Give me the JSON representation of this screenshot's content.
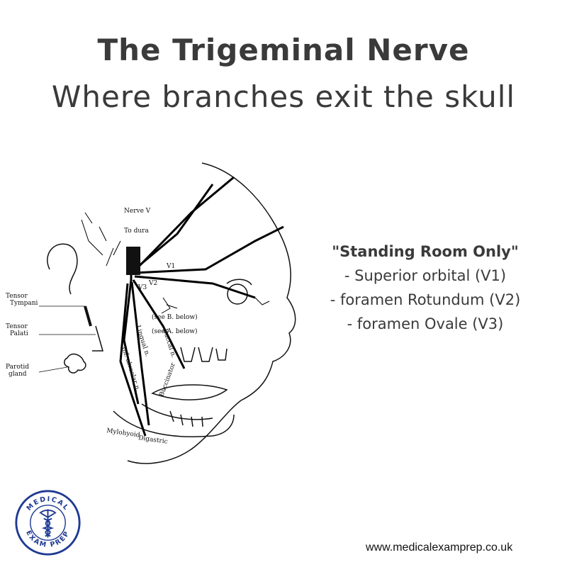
{
  "title": {
    "line1": "The Trigeminal Nerve",
    "line2": "Where branches exit the skull"
  },
  "diagram": {
    "labels": {
      "nerve": "Nerve V",
      "dura": "To dura",
      "tensor_tympani_1": "Tensor",
      "tensor_tympani_2": "Tympani",
      "tensor_palati_1": "Tensor",
      "tensor_palati_2": "Palati",
      "parotid_1": "Parotid",
      "parotid_2": "gland",
      "see_b": "(see B. below)",
      "see_a": "(see A. below)",
      "v1": "V1",
      "v2": "V2",
      "v3": "V3",
      "lingual": "Lingual n.",
      "buccal": "Buccal n.",
      "inf_alveolar": "Inf. alveolar n.",
      "buccinator": "Buccinator",
      "mylohyoid": "Mylohyoid",
      "digastric": "Digastric"
    }
  },
  "mnemonic": {
    "heading": "\"Standing Room Only\"",
    "items": [
      "- Superior orbital (V1)",
      "- foramen Rotundum (V2)",
      "- foramen Ovale (V3)"
    ]
  },
  "logo": {
    "top_text": "MEDICAL",
    "bottom_text": "EXAM PREP",
    "color": "#1f3a93"
  },
  "footer": {
    "url": "www.medicalexamprep.co.uk"
  }
}
